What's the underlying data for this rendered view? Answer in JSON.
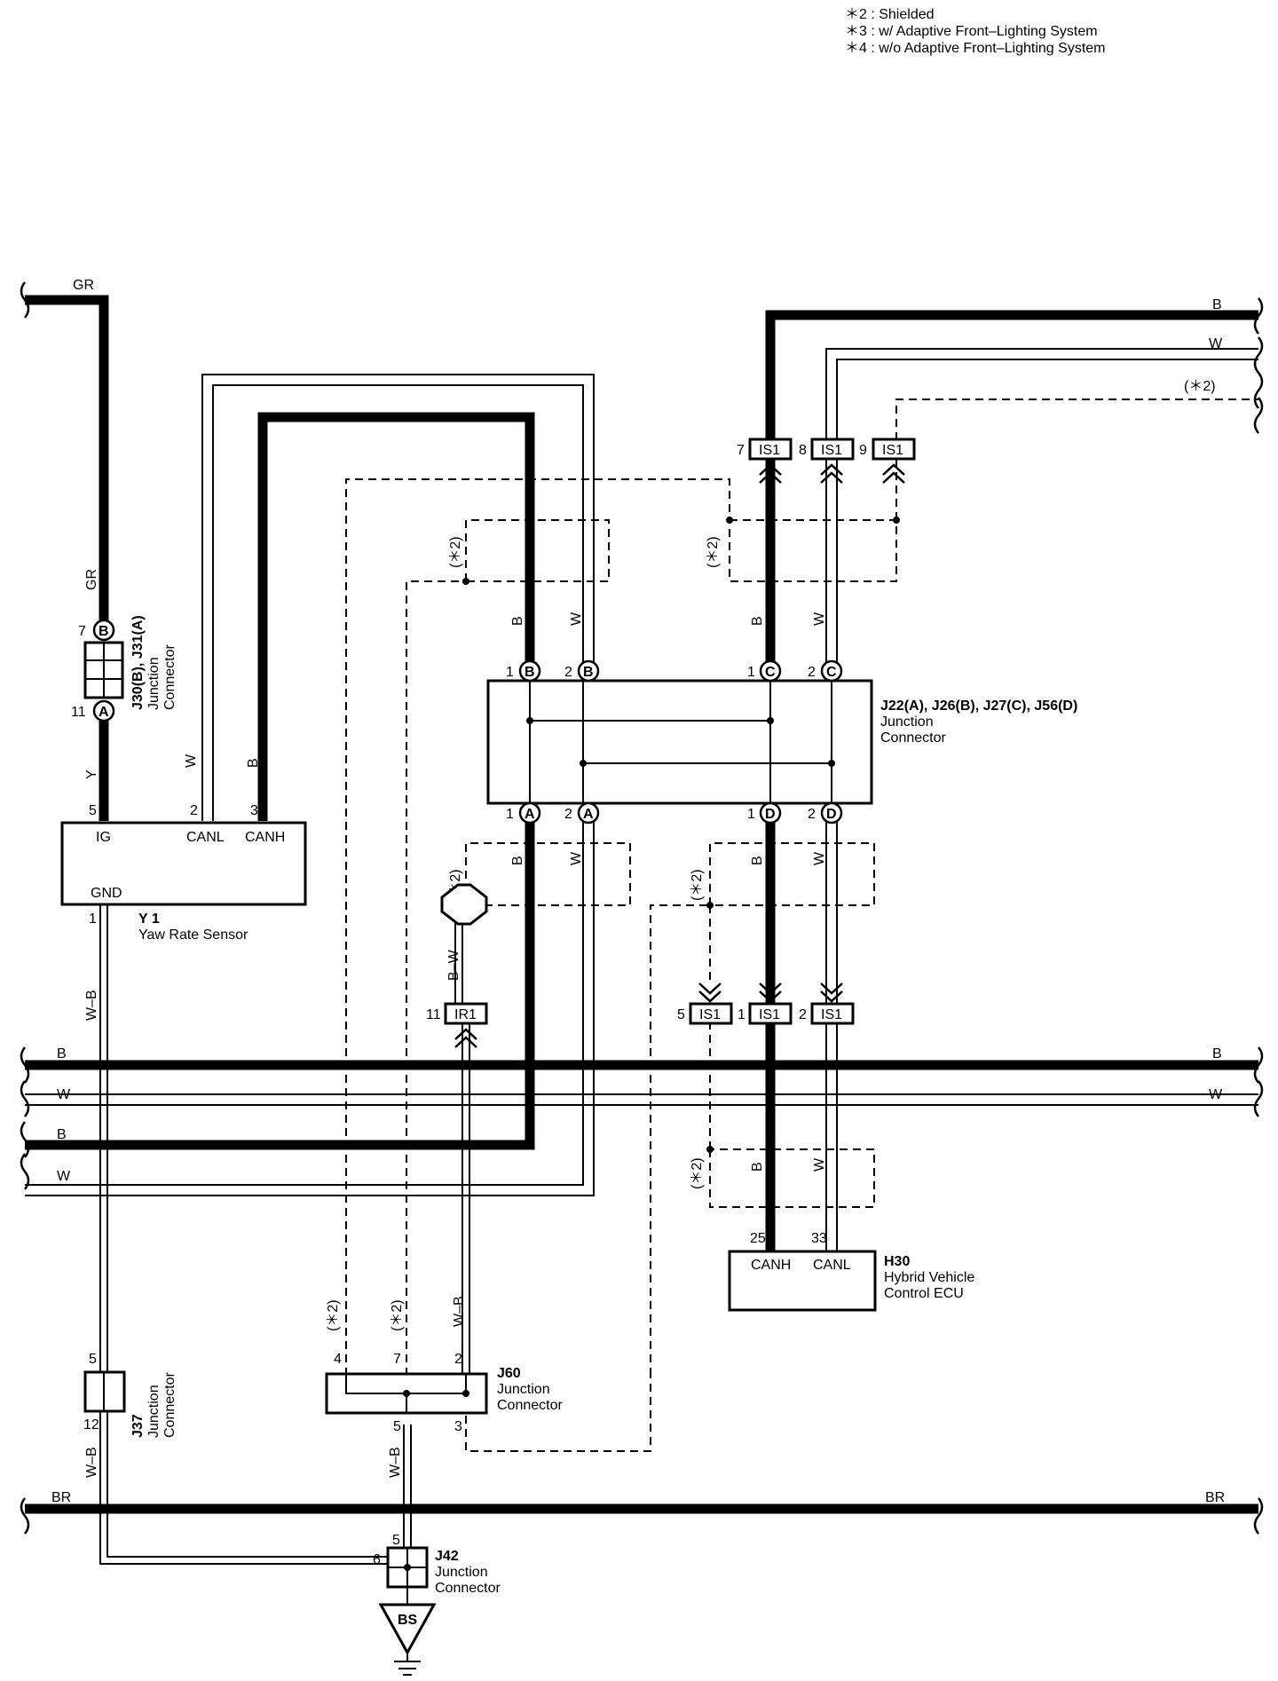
{
  "notes": [
    "＊2 : Shielded",
    "＊3 : w/ Adaptive Front–Lighting System",
    "＊4 : w/o Adaptive Front–Lighting System"
  ],
  "shield_mark": "(＊2)",
  "wires": {
    "gr": "GR",
    "y": "Y",
    "w": "W",
    "b": "B",
    "wb": "W–B",
    "bw": "B–W",
    "br": "BR"
  },
  "connectors": {
    "j30": {
      "name": "J30(B), J31(A)",
      "type": "Junction",
      "suffix": "Connector",
      "pin_top": "7",
      "pin_bot": "11",
      "tag_top": "B",
      "tag_bot": "A"
    },
    "y1": {
      "name": "Y 1",
      "desc": "Yaw Rate Sensor",
      "ig": "IG",
      "canl": "CANL",
      "canh": "CANH",
      "gnd": "GND",
      "p5": "5",
      "p2": "2",
      "p3": "3",
      "p1": "1"
    },
    "j22": {
      "name": "J22(A), J26(B), J27(C), J56(D)",
      "type": "Junction",
      "suffix": "Connector",
      "top_pins": [
        {
          "n": "1",
          "t": "B"
        },
        {
          "n": "2",
          "t": "B"
        },
        {
          "n": "1",
          "t": "C"
        },
        {
          "n": "2",
          "t": "C"
        }
      ],
      "bot_pins": [
        {
          "n": "1",
          "t": "A"
        },
        {
          "n": "2",
          "t": "A"
        },
        {
          "n": "1",
          "t": "D"
        },
        {
          "n": "2",
          "t": "D"
        }
      ]
    },
    "is1_top": [
      {
        "n": "7",
        "t": "IS1"
      },
      {
        "n": "8",
        "t": "IS1"
      },
      {
        "n": "9",
        "t": "IS1"
      }
    ],
    "is1_mid": [
      {
        "n": "5",
        "t": "IS1"
      },
      {
        "n": "1",
        "t": "IS1"
      },
      {
        "n": "2",
        "t": "IS1"
      }
    ],
    "ir1": {
      "n": "11",
      "t": "IR1"
    },
    "h30": {
      "name": "H30",
      "desc1": "Hybrid Vehicle",
      "desc2": "Control ECU",
      "canh": "CANH",
      "canl": "CANL",
      "p25": "25",
      "p33": "33"
    },
    "j60": {
      "name": "J60",
      "type": "Junction",
      "suffix": "Connector",
      "p4": "4",
      "p7": "7",
      "p2": "2",
      "p5": "5",
      "p3": "3"
    },
    "j37": {
      "name": "J37",
      "type": "Junction",
      "suffix": "Connector",
      "p5": "5",
      "p12": "12"
    },
    "j42": {
      "name": "J42",
      "type": "Junction",
      "suffix": "Connector",
      "p5": "5",
      "p6": "6"
    },
    "bs": "BS"
  }
}
